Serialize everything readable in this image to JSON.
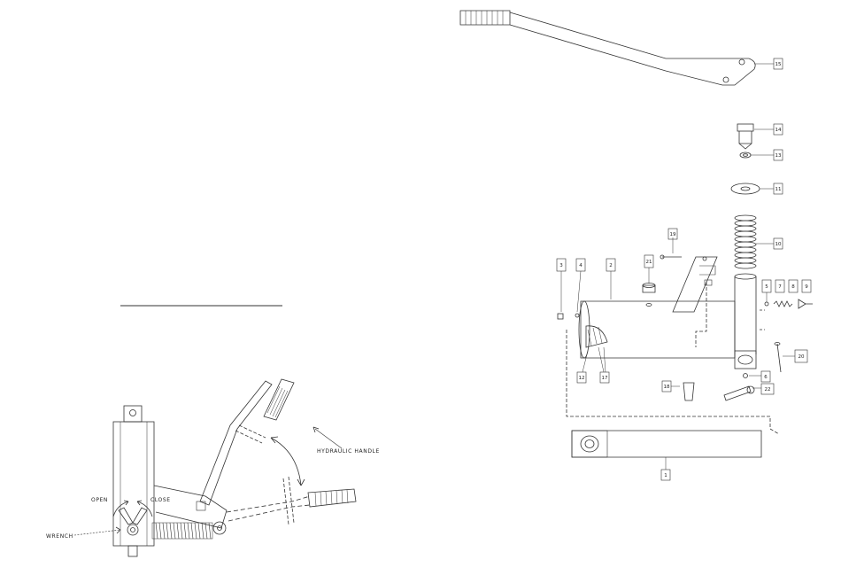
{
  "left_diagram": {
    "labels": {
      "hydraulic_handle": "HYDRAULIC HANDLE",
      "open": "OPEN",
      "close": "CLOSE",
      "wrench": "WRENCH"
    }
  },
  "right_diagram": {
    "part_numbers": {
      "p15": "15",
      "p14": "14",
      "p13": "13",
      "p11": "11",
      "p10": "10",
      "p19": "19",
      "p3": "3",
      "p4": "4",
      "p2": "2",
      "p21": "21",
      "p5": "5",
      "p7": "7",
      "p8": "8",
      "p9": "9",
      "p20": "20",
      "p6": "6",
      "p22": "22",
      "p12": "12",
      "p17": "17",
      "p18": "18",
      "p1": "1"
    }
  },
  "colors": {
    "line": "#333333",
    "paper": "#ffffff"
  }
}
